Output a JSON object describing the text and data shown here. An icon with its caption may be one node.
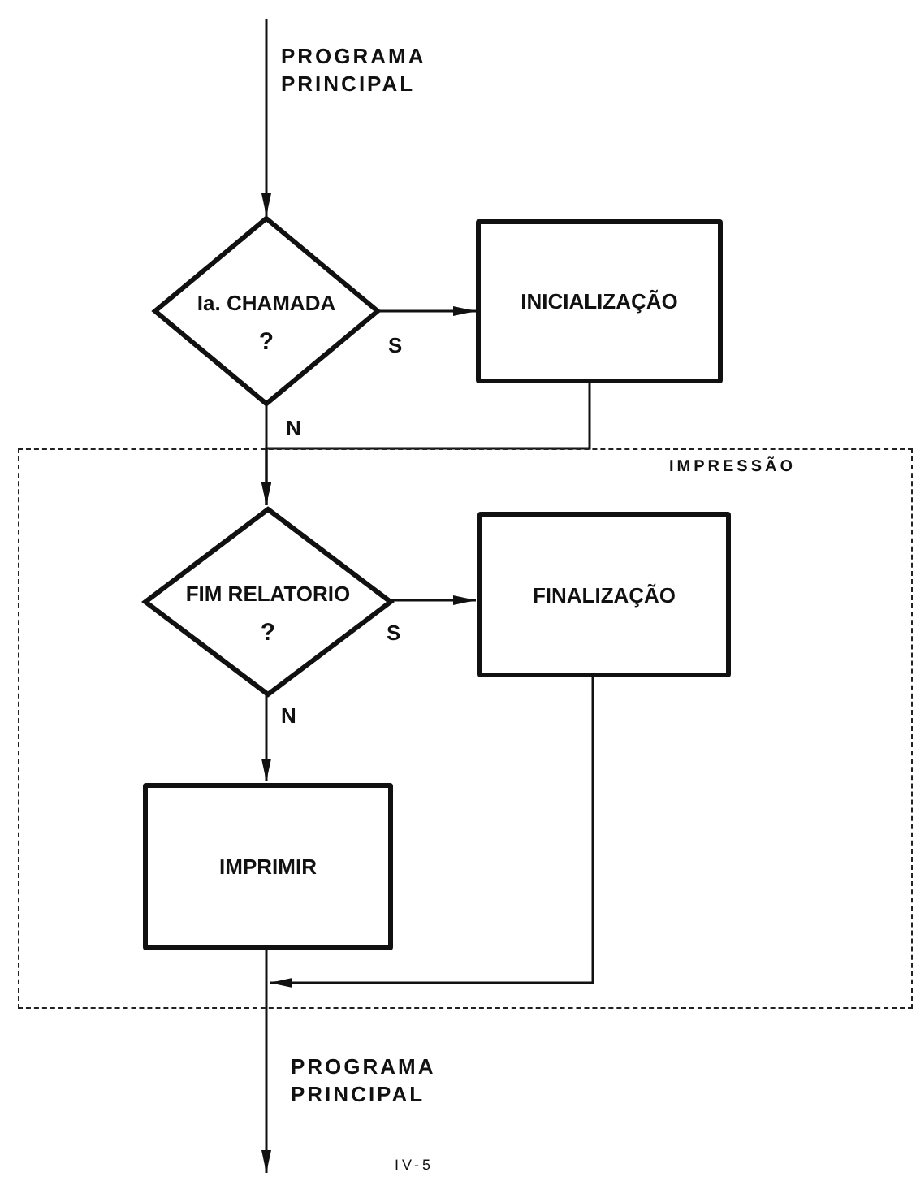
{
  "diagram": {
    "nodes": [
      {
        "text": [
          "Ia. CHAMADA",
          "?"
        ]
      },
      {
        "text": [
          "INICIALIZAÇÃO"
        ]
      },
      {
        "text": [
          "IMPRESSÃO"
        ]
      },
      {
        "text": [
          "FIM RELATORIO",
          "?"
        ],
        "in": 2
      },
      {
        "text": [
          "FINALIZAÇÃO"
        ],
        "in": 2
      },
      {
        "text": [
          "IMPRIMIR"
        ],
        "in": 2
      }
    ],
    "edges": [
      {
        "from": null,
        "to": 0,
        "arrow": "to",
        "label": "PROGRAMA PRINCIPAL"
      },
      {
        "from": 0,
        "to": 1,
        "arrow": "to",
        "label": "S"
      },
      {
        "from": 0,
        "to": 3,
        "arrow": "to",
        "label": "N"
      },
      {
        "from": 1,
        "to": 3,
        "arrow": "to"
      },
      {
        "from": 3,
        "to": 4,
        "arrow": "to",
        "label": "S"
      },
      {
        "from": 3,
        "to": 5,
        "arrow": "to",
        "label": "N"
      },
      {
        "from": 5,
        "to": null,
        "arrow": "to",
        "label": "PROGRAMA PRINCIPAL"
      },
      {
        "from": 4,
        "to": null,
        "arrow": "to"
      }
    ],
    "labels": [
      "IV-5"
    ]
  }
}
